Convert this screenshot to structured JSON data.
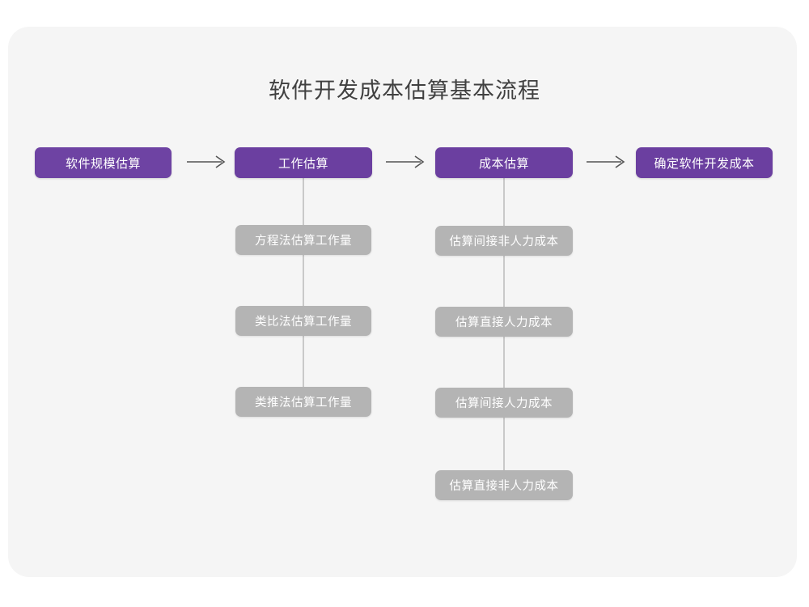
{
  "chart_data": {
    "type": "diagram",
    "title": "软件开发成本估算基本流程",
    "layout": "horizontal-flow-with-vertical-substeps",
    "stages": [
      {
        "id": "stage-1",
        "label": "软件规模估算",
        "color": "#6e43a3",
        "substeps": []
      },
      {
        "id": "stage-2",
        "label": "工作估算",
        "color": "#6b3fa0",
        "substeps": [
          "方程法估算工作量",
          "类比法估算工作量",
          "类推法估算工作量"
        ]
      },
      {
        "id": "stage-3",
        "label": "成本估算",
        "color": "#6b3fa0",
        "substeps": [
          "估算间接非人力成本",
          "估算直接人力成本",
          "估算间接人力成本",
          "估算直接非人力成本"
        ]
      },
      {
        "id": "stage-4",
        "label": "确定软件开发成本",
        "color": "#6b3fa0",
        "substeps": []
      }
    ],
    "connectors": [
      "→",
      "→",
      "→"
    ],
    "colors": {
      "page_background": "#ffffff",
      "card_background": "#f5f5f5",
      "stage_box": "#6b3fa0",
      "substep_box": "#b4b4b4",
      "connector_line": "#c9c9c9",
      "arrow": "#555555",
      "title_text": "#404040",
      "box_text": "#ffffff"
    }
  },
  "diagram": {
    "title": "软件开发成本估算基本流程",
    "arrow_glyph": "arrow-right",
    "stage1": {
      "label": "软件规模估算"
    },
    "stage2": {
      "label": "工作估算",
      "sub1": "方程法估算工作量",
      "sub2": "类比法估算工作量",
      "sub3": "类推法估算工作量"
    },
    "stage3": {
      "label": "成本估算",
      "sub1": "估算间接非人力成本",
      "sub2": "估算直接人力成本",
      "sub3": "估算间接人力成本",
      "sub4": "估算直接非人力成本"
    },
    "stage4": {
      "label": "确定软件开发成本"
    }
  }
}
